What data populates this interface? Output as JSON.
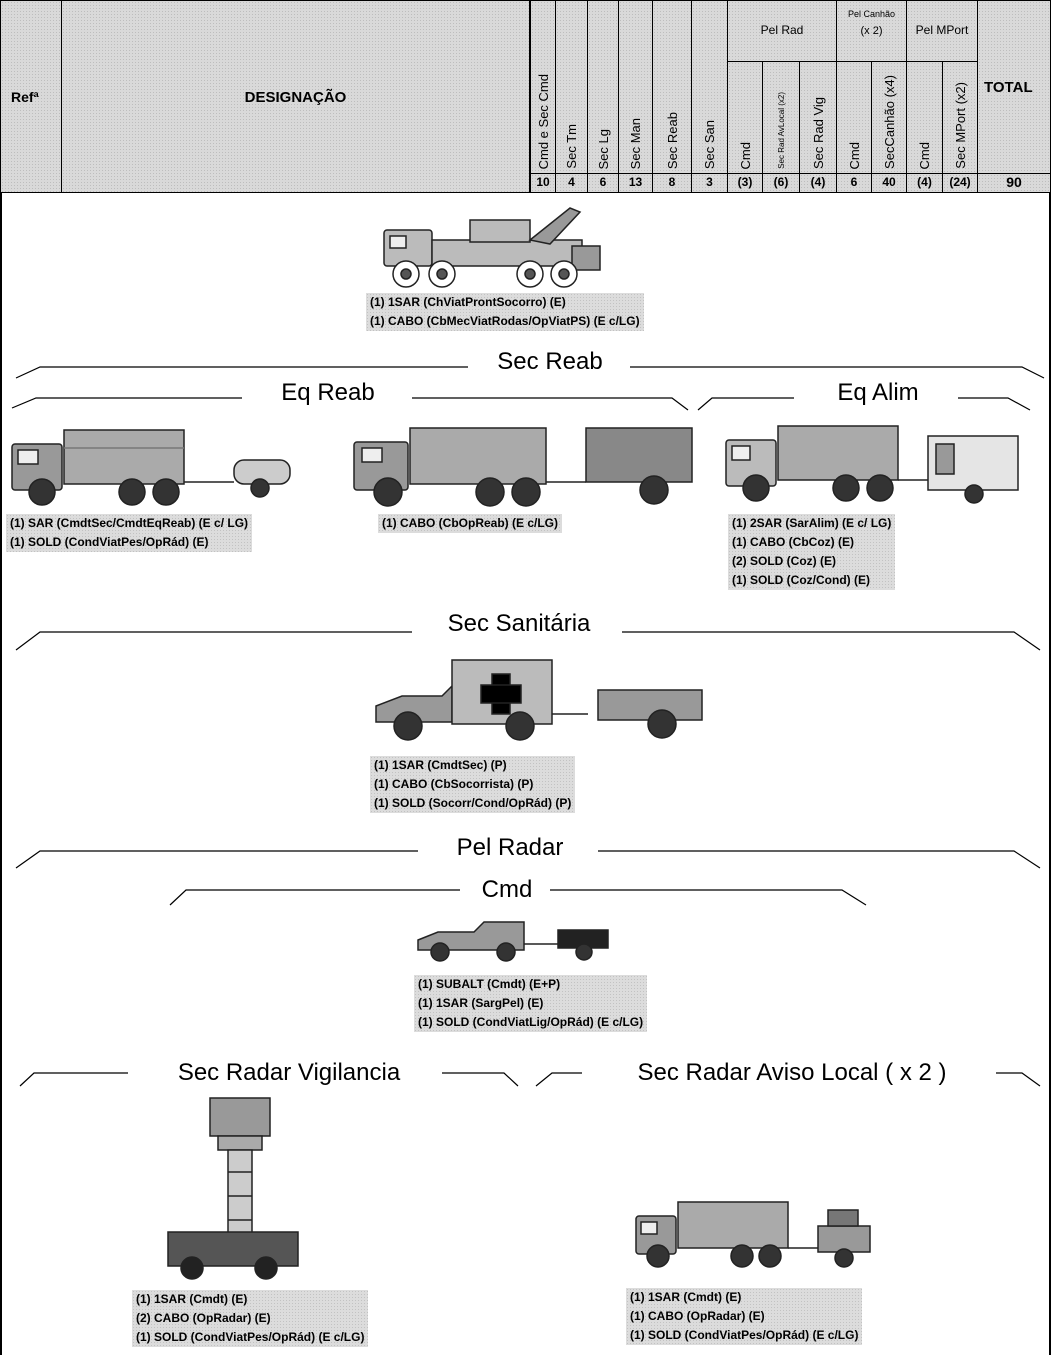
{
  "header": {
    "ref_label": "Refª",
    "designation_label": "DESIGNAÇÃO",
    "total_label": "TOTAL",
    "total_value": "90",
    "groups": {
      "pel_rad": "Pel Rad",
      "pel_canhao_line1": "Pel Canhão",
      "pel_canhao_line2": "(x 2)",
      "pel_mport": "Pel MPort"
    },
    "columns": [
      {
        "label": "Cmd e Sec Cmd",
        "count": "10"
      },
      {
        "label": "Sec Tm",
        "count": "4"
      },
      {
        "label": "Sec Lg",
        "count": "6"
      },
      {
        "label": "Sec Man",
        "count": "13"
      },
      {
        "label": "Sec Reab",
        "count": "8"
      },
      {
        "label": "Sec San",
        "count": "3"
      },
      {
        "label": "Cmd",
        "count": "(3)"
      },
      {
        "label": "Sec Rad AvLocal (x2)",
        "count": "(6)"
      },
      {
        "label": "Sec Rad Vig",
        "count": "(4)"
      },
      {
        "label": "Cmd",
        "count": "6"
      },
      {
        "label": "SecCanhão (x4)",
        "count": "40"
      },
      {
        "label": "Cmd",
        "count": "(4)"
      },
      {
        "label": "Sec MPort (x2)",
        "count": "(24)"
      }
    ]
  },
  "top_unit": {
    "lines": [
      "(1) 1SAR (ChViatProntSocorro) (E)",
      "(1) CABO (CbMecViatRodas/OpViatPS) (E c/LG)"
    ]
  },
  "sec_reab": {
    "title": "Sec Reab",
    "eq_reab": {
      "title": "Eq Reab",
      "left_lines": [
        "(1) SAR (CmdtSec/CmdtEqReab)  (E c/ LG)",
        "(1) SOLD (CondViatPes/OpRád)  (E)"
      ],
      "right_lines": [
        "(1) CABO (CbOpReab) (E c/LG)"
      ]
    },
    "eq_alim": {
      "title": "Eq Alim",
      "lines": [
        "(1) 2SAR (SarAlim) (E c/ LG)",
        "(1) CABO (CbCoz)  (E)",
        "(2) SOLD (Coz)  (E)",
        "(1) SOLD (Coz/Cond)  (E)"
      ]
    }
  },
  "sec_sanitaria": {
    "title": "Sec Sanitária",
    "lines": [
      "(1) 1SAR (CmdtSec) (P)",
      "(1) CABO (CbSocorrista) (P)",
      "(1) SOLD (Socorr/Cond/OpRád) (P)"
    ]
  },
  "pel_radar": {
    "title": "Pel Radar",
    "cmd": {
      "title": "Cmd",
      "lines": [
        "(1) SUBALT (Cmdt) (E+P)",
        "(1) 1SAR (SargPel) (E)",
        "(1) SOLD (CondViatLig/OpRád) (E c/LG)"
      ]
    },
    "vig": {
      "title": "Sec Radar Vigilancia",
      "lines": [
        "(1) 1SAR (Cmdt) (E)",
        "(2) CABO (OpRadar) (E)",
        "(1) SOLD (CondViatPes/OpRád) (E c/LG)"
      ]
    },
    "aviso": {
      "title": "Sec Radar Aviso Local ( x 2 )",
      "lines": [
        "(1) 1SAR (Cmdt) (E)",
        "(1) CABO (OpRadar) (E)",
        "(1) SOLD (CondViatPes/OpRád) (E c/LG)"
      ]
    }
  }
}
